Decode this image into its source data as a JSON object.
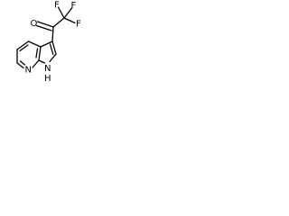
{
  "structure": {
    "atoms": {
      "carbonyl_oxygen": "O",
      "fluorine_top_left": "F",
      "fluorine_top_right": "F",
      "fluorine_right": "F",
      "pyridine_nitrogen": "N",
      "pyrrole_nitrogen": "N",
      "pyrrole_hydrogen": "H"
    }
  }
}
